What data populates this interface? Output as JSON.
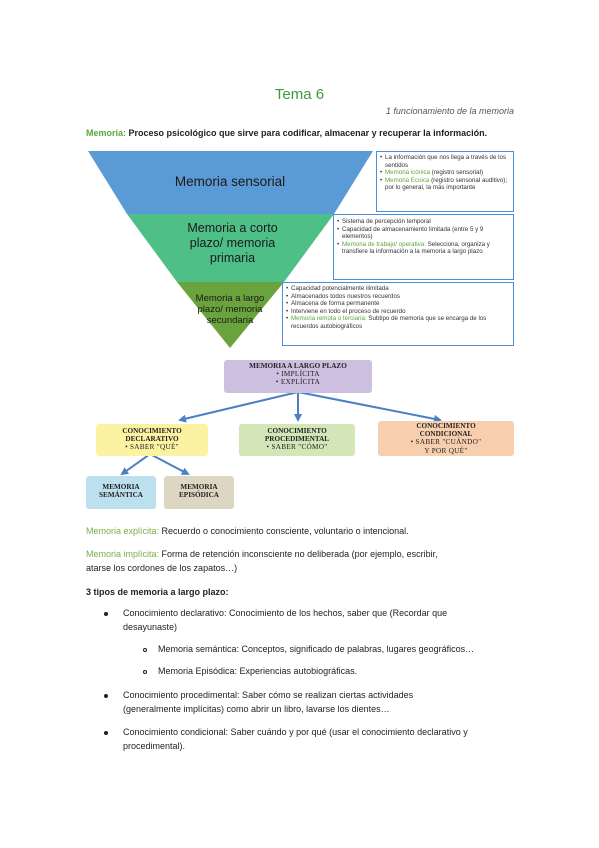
{
  "header": {
    "title": "Tema 6",
    "subtitle": "1 funcionamiento de la memoria"
  },
  "definition": {
    "term": "Memoria:",
    "text": " Proceso psicológico que sirve para codificar, almacenar y recuperar la información."
  },
  "funnel": {
    "level1": {
      "label": "Memoria sensorial",
      "bullets": [
        {
          "text": "La información que nos llega a través de los sentidos",
          "hl": ""
        },
        {
          "hl": "Memoria icónica",
          "text": " (registro sensorial)"
        },
        {
          "hl": "Memoria Ecoica",
          "text": " (registro sensorial auditivo); por lo general, la más importante"
        }
      ]
    },
    "level2": {
      "label_line1": "Memoria a corto",
      "label_line2": "plazo/ memoria",
      "label_line3": "primaria",
      "bullets": [
        {
          "text": "Sistema de percepción temporal",
          "hl": ""
        },
        {
          "text": "Capacidad de almacenamiento limitada (entre 5 y 9 elementos)",
          "hl": ""
        },
        {
          "hl": "Memoria de trabajo/ operativa:",
          "text": " Selecciona, organiza y transfiere la información a la memoria a largo plazo"
        }
      ]
    },
    "level3": {
      "label_line1": "Memoria a largo",
      "label_line2": "plazo/ memoria",
      "label_line3": "secundaria",
      "bullets": [
        {
          "text": "Capacidad potencialmente ilimitada",
          "hl": ""
        },
        {
          "text": "Almacenados todos nuestros recuerdos",
          "hl": ""
        },
        {
          "text": "Almacena de forma permanente",
          "hl": ""
        },
        {
          "text": "Interviene en todo el proceso de recuerdo",
          "hl": ""
        },
        {
          "hl": "Memoria remota o terciaria:",
          "text": " Subtipo de memoria que se encarga de los recuerdos autobiográficos"
        }
      ]
    }
  },
  "tree": {
    "root": {
      "title": "MEMORIA A LARGO PLAZO",
      "sub1": "• IMPLÍCITA",
      "sub2": "• EXPLÍCITA"
    },
    "declarativo": {
      "line1": "CONOCIMIENTO",
      "line2": "DECLARATIVO",
      "sub": "• SABER \"QUÉ\""
    },
    "procedimental": {
      "line1": "CONOCIMIENTO",
      "line2": "PROCEDIMENTAL",
      "sub": "• SABER \"CÓMO\""
    },
    "condicional": {
      "line1": "CONOCIMIENTO",
      "line2": "CONDICIONAL",
      "sub1": "• SABER \"CUÁNDO\"",
      "sub2": "Y POR QUÉ\""
    },
    "semantica": {
      "line1": "MEMORIA",
      "line2": "SEMÁNTICA"
    },
    "episodica": {
      "line1": "MEMORIA",
      "line2": "EPISÓDICA"
    },
    "colors": {
      "root": "#cdbfe0",
      "declarativo": "#fbf3a1",
      "procedimental": "#d2e6b8",
      "condicional": "#f8cfae",
      "semantica": "#bde0ee",
      "episodica": "#ddd6c3",
      "arrow": "#4a80c4"
    }
  },
  "paragraphs": {
    "explicita_term": "Memoria explícita:",
    "explicita_text": " Recuerdo o conocimiento consciente, voluntario o intencional.",
    "implicita_term": "Memoria implícita:",
    "implicita_text": " Forma de retención inconsciente no deliberada (por ejemplo, escribir,",
    "implicita_text2": "atarse los cordones de los zapatos…)",
    "tipos_heading": "3 tipos de memoria a largo plazo:"
  },
  "list": {
    "item1_line1": "Conocimiento declarativo: Conocimiento de los hechos, saber que (Recordar que",
    "item1_line2": "desayunaste)",
    "sub1": "Memoria semántica: Conceptos, significado de palabras, lugares geográficos…",
    "sub2": "Memoria Episódica: Experiencias autobiográficas.",
    "item2_line1": "Conocimiento procedimental: Saber cómo se realizan ciertas actividades",
    "item2_line2": "(generalmente implícitas) como abrir un libro, lavarse los dientes…",
    "item3_line1": "Conocimiento condicional: Saber cuándo y por qué (usar el conocimiento declarativo y",
    "item3_line2": "procedimental)."
  },
  "colors": {
    "funnel_level1": "#5b9bd5",
    "funnel_level2": "#4dbf87",
    "funnel_level3": "#6aa33c",
    "title_green": "#3f9a3f",
    "term_green": "#5aa63c"
  }
}
